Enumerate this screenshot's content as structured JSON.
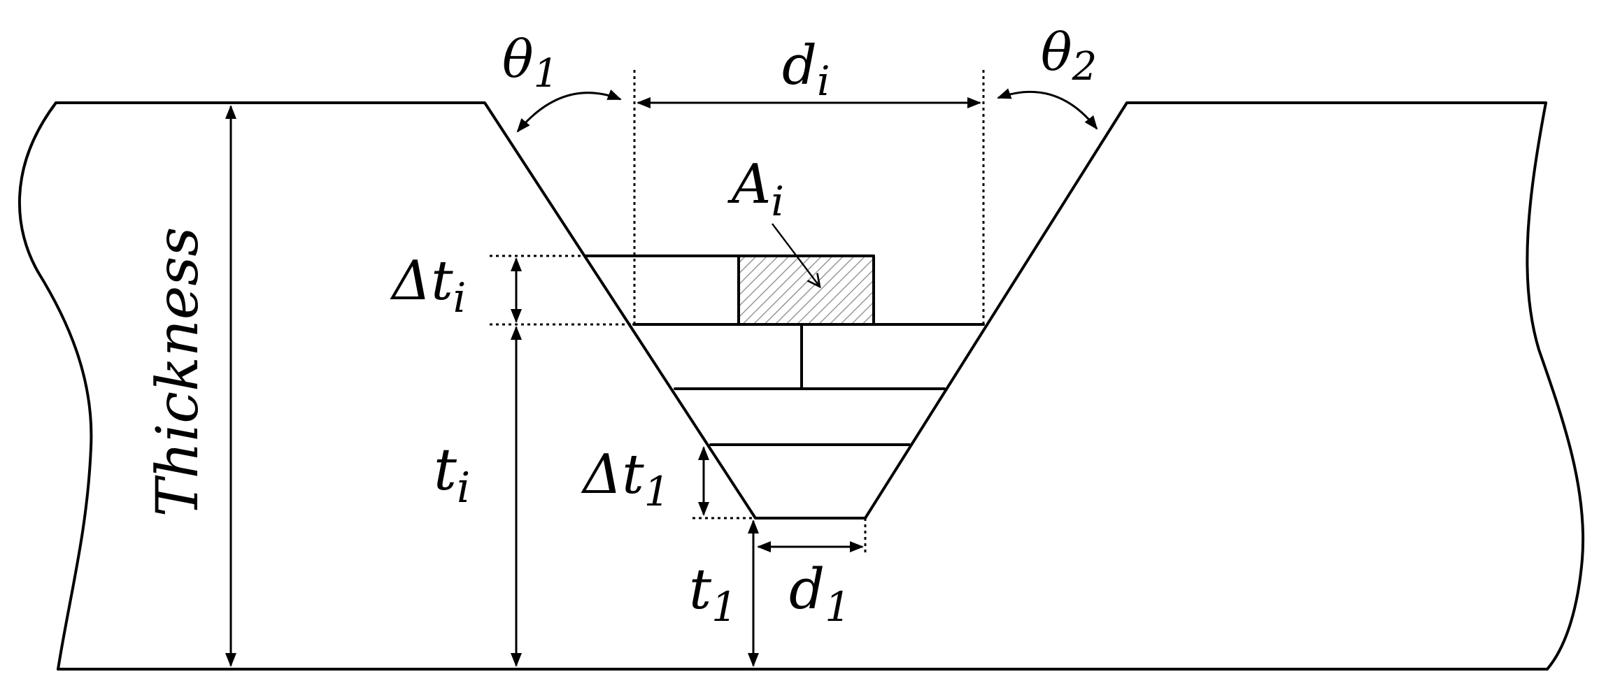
{
  "diagram": {
    "labels": {
      "theta1": {
        "base": "θ",
        "sub": "1"
      },
      "theta2": {
        "base": "θ",
        "sub": "2"
      },
      "di": {
        "base": "d",
        "sub": "i"
      },
      "Ai": {
        "base": "A",
        "sub": "i"
      },
      "delta_ti": {
        "base": "Δt",
        "sub": "i"
      },
      "ti": {
        "base": "t",
        "sub": "i"
      },
      "delta_t1": {
        "base": "Δt",
        "sub": "1"
      },
      "t1": {
        "base": "t",
        "sub": "1"
      },
      "d1": {
        "base": "d",
        "sub": "1"
      },
      "thickness": "Thickness"
    }
  }
}
